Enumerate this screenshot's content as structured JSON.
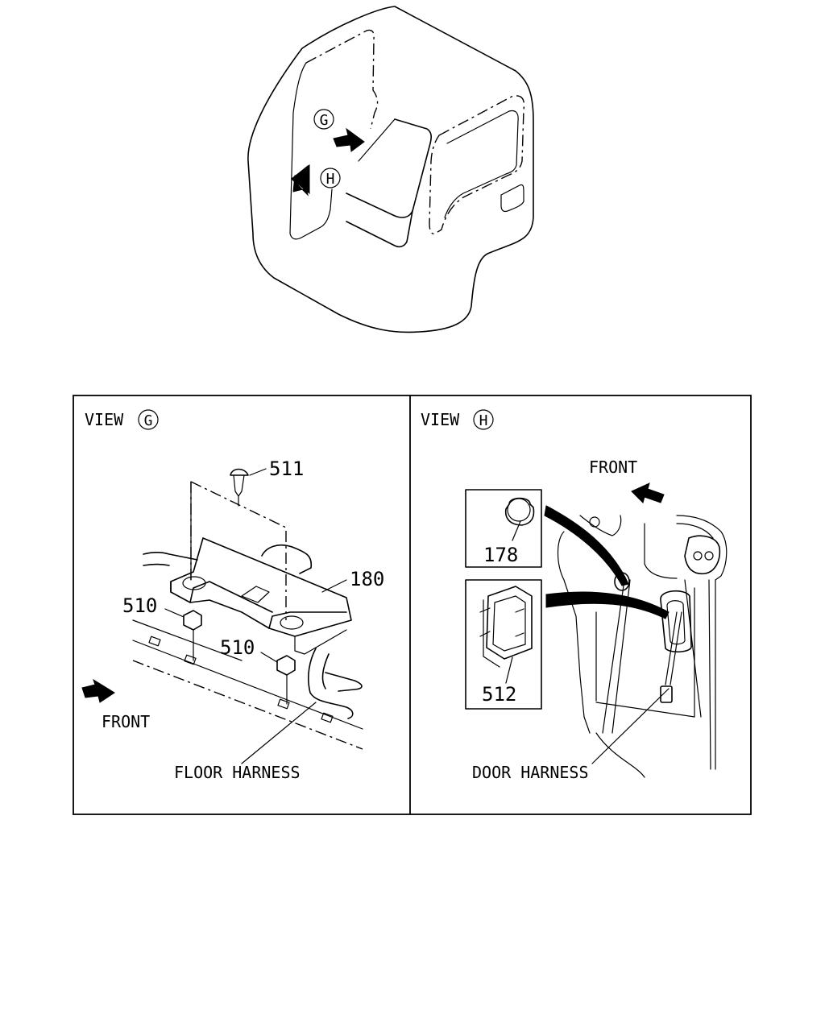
{
  "cab_markers": {
    "g": "G",
    "h": "H"
  },
  "view_g": {
    "title": "VIEW",
    "marker": "G",
    "part_511": "511",
    "part_180": "180",
    "part_510_a": "510",
    "part_510_b": "510",
    "front_label": "FRONT",
    "harness_label": "FLOOR HARNESS"
  },
  "view_h": {
    "title": "VIEW",
    "marker": "H",
    "front_label": "FRONT",
    "part_178": "178",
    "part_512": "512",
    "harness_label": "DOOR HARNESS"
  }
}
